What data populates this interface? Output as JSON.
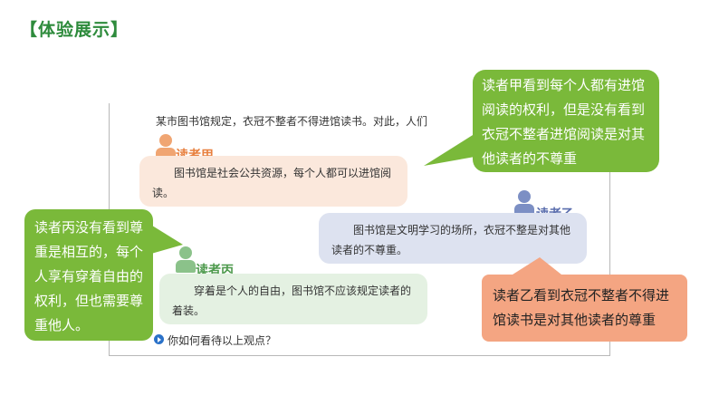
{
  "header": {
    "title": "【体验展示】"
  },
  "textbook": {
    "intro": "某市图书馆规定，衣冠不整者不得进馆读书。对此，人们",
    "readers": [
      {
        "name": "读者甲",
        "quote": "图书馆是社会公共资源，每个人都可以进馆阅读。"
      },
      {
        "name": "读者乙",
        "quote": "图书馆是文明学习的场所，衣冠不整是对其他读者的不尊重。"
      },
      {
        "name": "读者丙",
        "quote": "穿着是个人的自由，图书馆不应该规定读者的着装。"
      }
    ],
    "question": "你如何看待以上观点？"
  },
  "callouts": {
    "jia": "读者甲看到每个人都有进馆阅读的权利，但是没有看到衣冠不整者进馆阅读是对其他读者的不尊重",
    "yi": "读者乙看到衣冠不整者不得进馆读书是对其他读者的尊重",
    "bing": "读者丙没有看到尊重是相互的，每个人享有穿着自由的权利，但也需要尊重他人。"
  },
  "colors": {
    "title": "#2e8b3c",
    "callout_green": "#7ab93a",
    "callout_orange": "#f4a582",
    "jia_bubble": "#fbe8dc",
    "yi_bubble": "#dde2f0",
    "bing_bubble": "#e4f1e2"
  }
}
